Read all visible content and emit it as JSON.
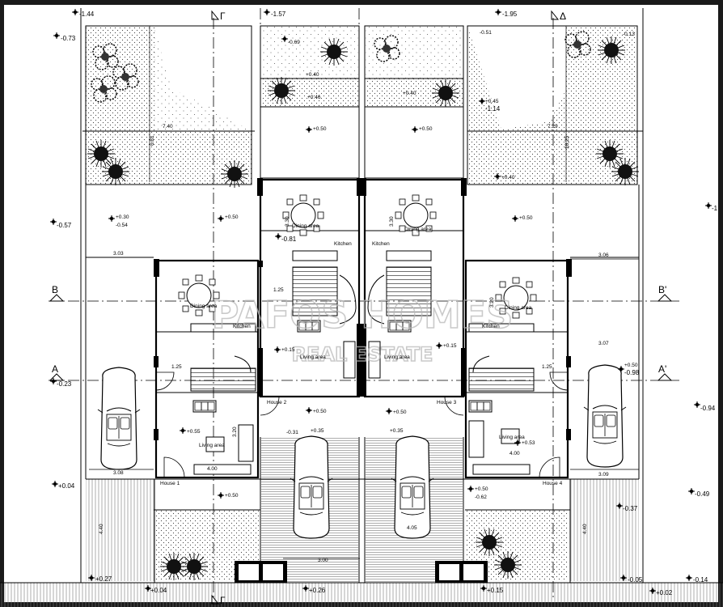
{
  "section_markers": {
    "gamma": "Γ",
    "delta": "Δ",
    "b_left": "B",
    "b_right": "B'",
    "a_left": "A",
    "a_right": "A'"
  },
  "levels": {
    "top_left": "-1.44",
    "top_mid": "-1.57",
    "top_right": "-1.95",
    "left_073": "-0.73",
    "left_057": "-0.57",
    "left_023": "-0.23",
    "left_004": "+0.04",
    "bottom_027": "+0.27",
    "bottom_004": "+0.04",
    "bottom_026": "+0.26",
    "bottom_015": "+0.15",
    "bottom_005": "-0.05",
    "bottom_002": "+0.02",
    "bottom_014": "-0.14",
    "right_1": "-1",
    "right_094": "-0.94",
    "right_049": "-0.49",
    "right_037": "-0.37",
    "right_098": "-0.98",
    "right_050": "+0.50",
    "g1_030": "+0.30",
    "g1_054": "-0.54",
    "g1_050": "+0.50",
    "g1_081": "-0.81",
    "g2_069": "-0.69",
    "g2_050a": "+0.50",
    "g2_050b": "+0.50",
    "g2_045": "+0.45",
    "g2_114": "-1.14",
    "g2_040": "+0.40",
    "g2_050c": "+0.50",
    "h_055": "+0.55",
    "h_015a": "+0.15",
    "h_015b": "+0.15",
    "h_050a": "+0.50",
    "h_050b": "+0.50",
    "h_035a": "+0.35",
    "h_035b": "+0.35",
    "h_053": "+0.53",
    "h_050c": "+0.50",
    "h_062": "-0.62",
    "h_050d": "+0.50",
    "h_031": "-0.31",
    "h_040a": "+0.40",
    "h_046": "+0.46",
    "h_040b": "+0.40",
    "h_013": "-0.13",
    "h_051": "-0.51"
  },
  "dimensions": {
    "d_740": "7.40",
    "d_681": "6.81",
    "d_729": "7.29",
    "d_1025": "10.25",
    "d_303": "3.03",
    "d_306": "3.06",
    "d_125a": "1.25",
    "d_125b": "1.25",
    "d_125c": "1.25",
    "d_307": "3.07",
    "d_308": "3.08",
    "d_309": "3.09",
    "d_400a": "4.00",
    "d_400b": "4.00",
    "d_405": "4.05",
    "d_300": "3.00",
    "d_440a": "4.40",
    "d_440b": "4.40",
    "d_330a": "3.30",
    "d_330b": "3.30",
    "d_320a": "3.20",
    "d_320b": "3.20"
  },
  "rooms": {
    "house1": "House 1",
    "house2": "House 2",
    "house3": "House 3",
    "house4": "House 4",
    "dining_2": "Dining area",
    "dining_3": "Dining area",
    "dining_1": "Dining area",
    "dining_4": "Dining area",
    "kitchen_2": "Kitchen",
    "kitchen_3": "Kitchen",
    "kitchen_1": "Kitchen",
    "kitchen_4": "Kitchen",
    "living_1": "Living area",
    "living_4": "Living area",
    "living_2": "Living area",
    "living_3": "Living area"
  },
  "watermark": {
    "line1": "PAFOS HOMES",
    "line2": "REAL ESTATE"
  }
}
